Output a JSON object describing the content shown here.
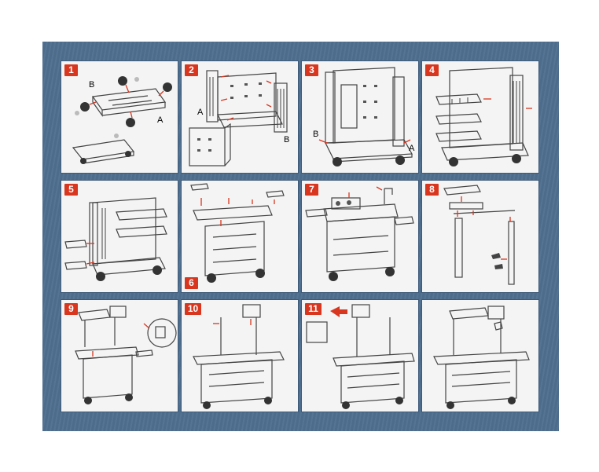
{
  "steps": [
    {
      "number": "1",
      "labels": [
        "B",
        "A"
      ]
    },
    {
      "number": "2",
      "labels": [
        "A",
        "B"
      ]
    },
    {
      "number": "3",
      "labels": [
        "B",
        "A"
      ]
    },
    {
      "number": "4"
    },
    {
      "number": "5"
    },
    {
      "number": "6"
    },
    {
      "number": "7"
    },
    {
      "number": "8"
    },
    {
      "number": "9"
    },
    {
      "number": "10"
    },
    {
      "number": "11"
    },
    {
      "number": ""
    }
  ],
  "colors": {
    "background": "#4f6f90",
    "panel": "#f4f4f4",
    "step_badge": "#d9361f",
    "arrow": "#d9361f"
  }
}
